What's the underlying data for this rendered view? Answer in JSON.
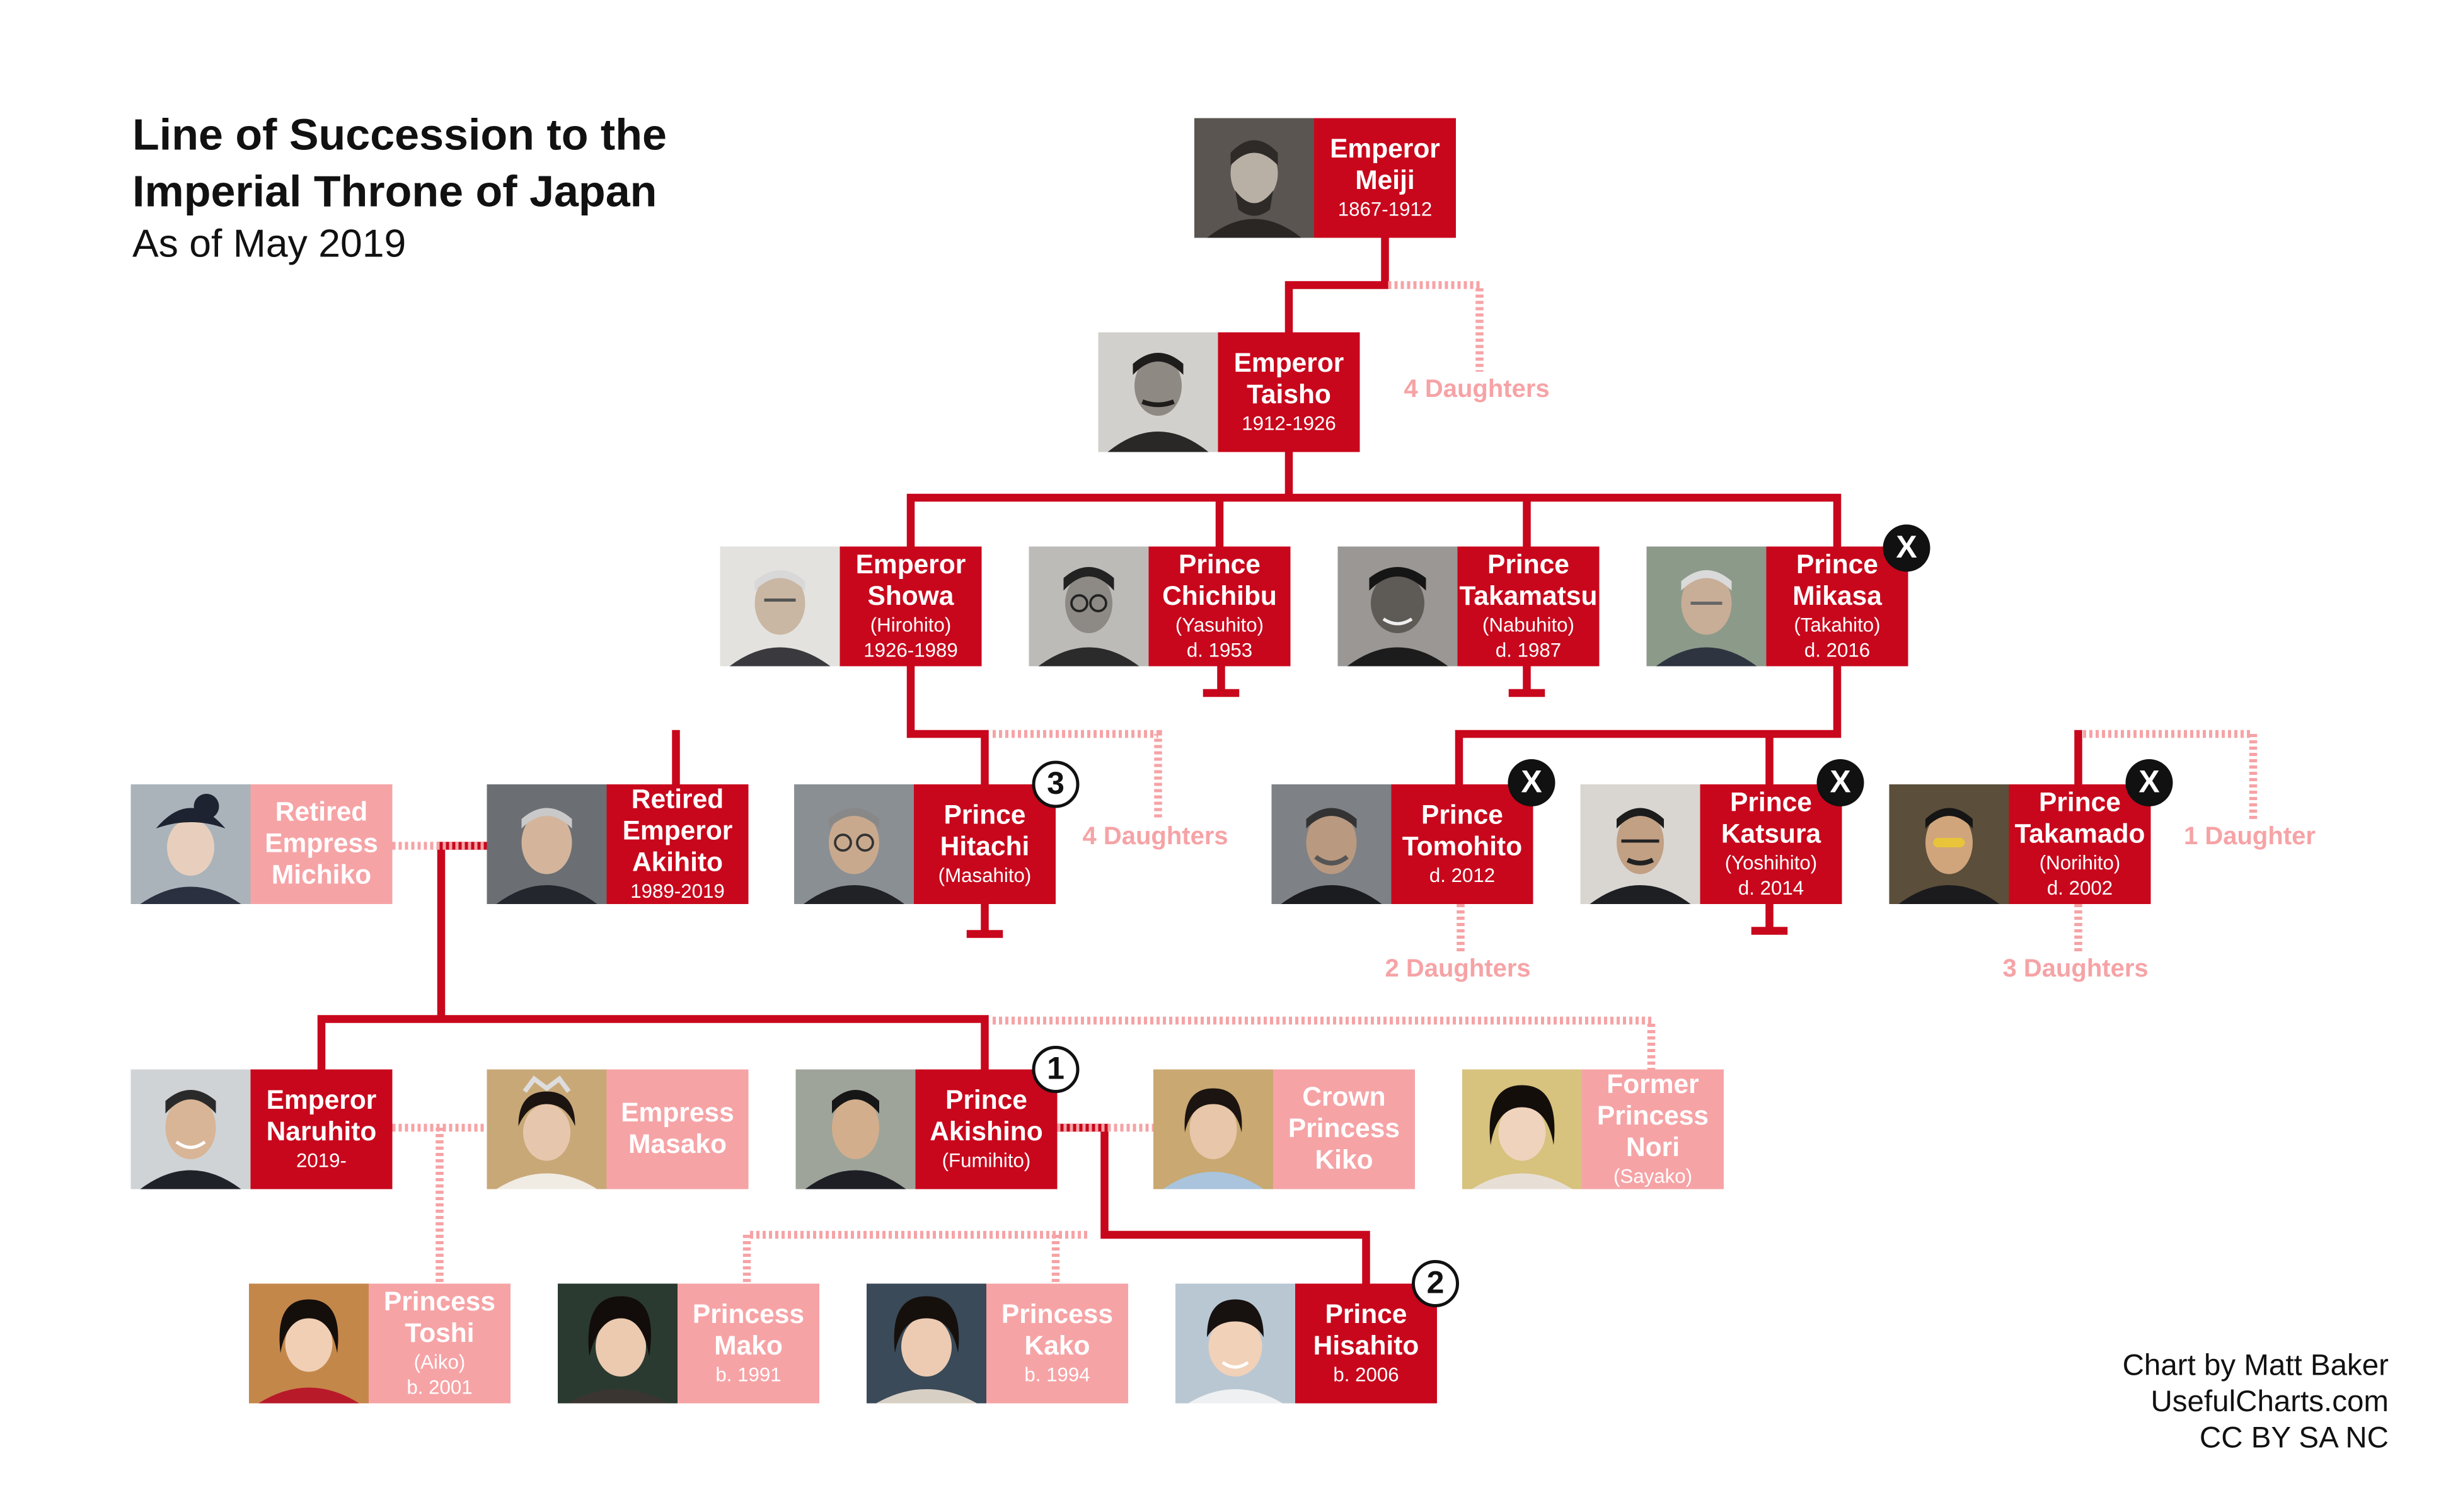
{
  "title": {
    "line1": "Line of Succession to the",
    "line2": "Imperial Throne of Japan",
    "subtitle": "As of May 2019"
  },
  "colors": {
    "line_of_succession": "#c8071c",
    "not_in_line": "#f6a3a6"
  },
  "people": {
    "meiji": {
      "name1": "Emperor",
      "name2": "Meiji",
      "info1": "1867-1912"
    },
    "taisho": {
      "name1": "Emperor",
      "name2": "Taisho",
      "info1": "1912-1926"
    },
    "showa": {
      "name1": "Emperor",
      "name2": "Showa",
      "info1": "(Hirohito)",
      "info2": "1926-1989"
    },
    "chichibu": {
      "name1": "Prince",
      "name2": "Chichibu",
      "info1": "(Yasuhito)",
      "info2": "d. 1953"
    },
    "takamatsu": {
      "name1": "Prince",
      "name2": "Takamatsu",
      "info1": "(Nabuhito)",
      "info2": "d. 1987"
    },
    "mikasa": {
      "name1": "Prince",
      "name2": "Mikasa",
      "info1": "(Takahito)",
      "info2": "d. 2016",
      "badge": "X"
    },
    "michiko": {
      "name1": "Retired",
      "name2": "Empress",
      "name3": "Michiko"
    },
    "akihito": {
      "name1": "Retired",
      "name2": "Emperor",
      "name3": "Akihito",
      "info1": "1989-2019"
    },
    "hitachi": {
      "name1": "Prince",
      "name2": "Hitachi",
      "info1": "(Masahito)",
      "badge": "3"
    },
    "tomohito": {
      "name1": "Prince",
      "name2": "Tomohito",
      "info1": "d. 2012",
      "badge": "X"
    },
    "katsura": {
      "name1": "Prince",
      "name2": "Katsura",
      "info1": "(Yoshihito)",
      "info2": "d. 2014",
      "badge": "X"
    },
    "takamado": {
      "name1": "Prince",
      "name2": "Takamado",
      "info1": "(Norihito)",
      "info2": "d. 2002",
      "badge": "X"
    },
    "naruhito": {
      "name1": "Emperor",
      "name2": "Naruhito",
      "info1": "2019-"
    },
    "masako": {
      "name1": "Empress",
      "name2": "Masako"
    },
    "akishino": {
      "name1": "Prince",
      "name2": "Akishino",
      "info1": "(Fumihito)",
      "badge": "1"
    },
    "kiko": {
      "name1": "Crown",
      "name2": "Princess",
      "name3": "Kiko"
    },
    "nori": {
      "name1": "Former",
      "name2": "Princess",
      "name3": "Nori",
      "info1": "(Sayako)"
    },
    "toshi": {
      "name1": "Princess",
      "name2": "Toshi",
      "info1": "(Aiko)",
      "info2": "b. 2001"
    },
    "mako": {
      "name1": "Princess",
      "name2": "Mako",
      "info1": "b. 1991"
    },
    "kako": {
      "name1": "Princess",
      "name2": "Kako",
      "info1": "b. 1994"
    },
    "hisahito": {
      "name1": "Prince",
      "name2": "Hisahito",
      "info1": "b. 2006",
      "badge": "2"
    }
  },
  "notes": {
    "meiji_daughters": "4 Daughters",
    "showa_daughters": "4 Daughters",
    "mikasa_daughter": "1 Daughter",
    "tomohito_daughters": "2 Daughters",
    "takamado_daughters": "3 Daughters"
  },
  "credit": {
    "line1": "Chart by Matt Baker",
    "line2": "UsefulCharts.com",
    "line3": "CC BY SA NC"
  }
}
